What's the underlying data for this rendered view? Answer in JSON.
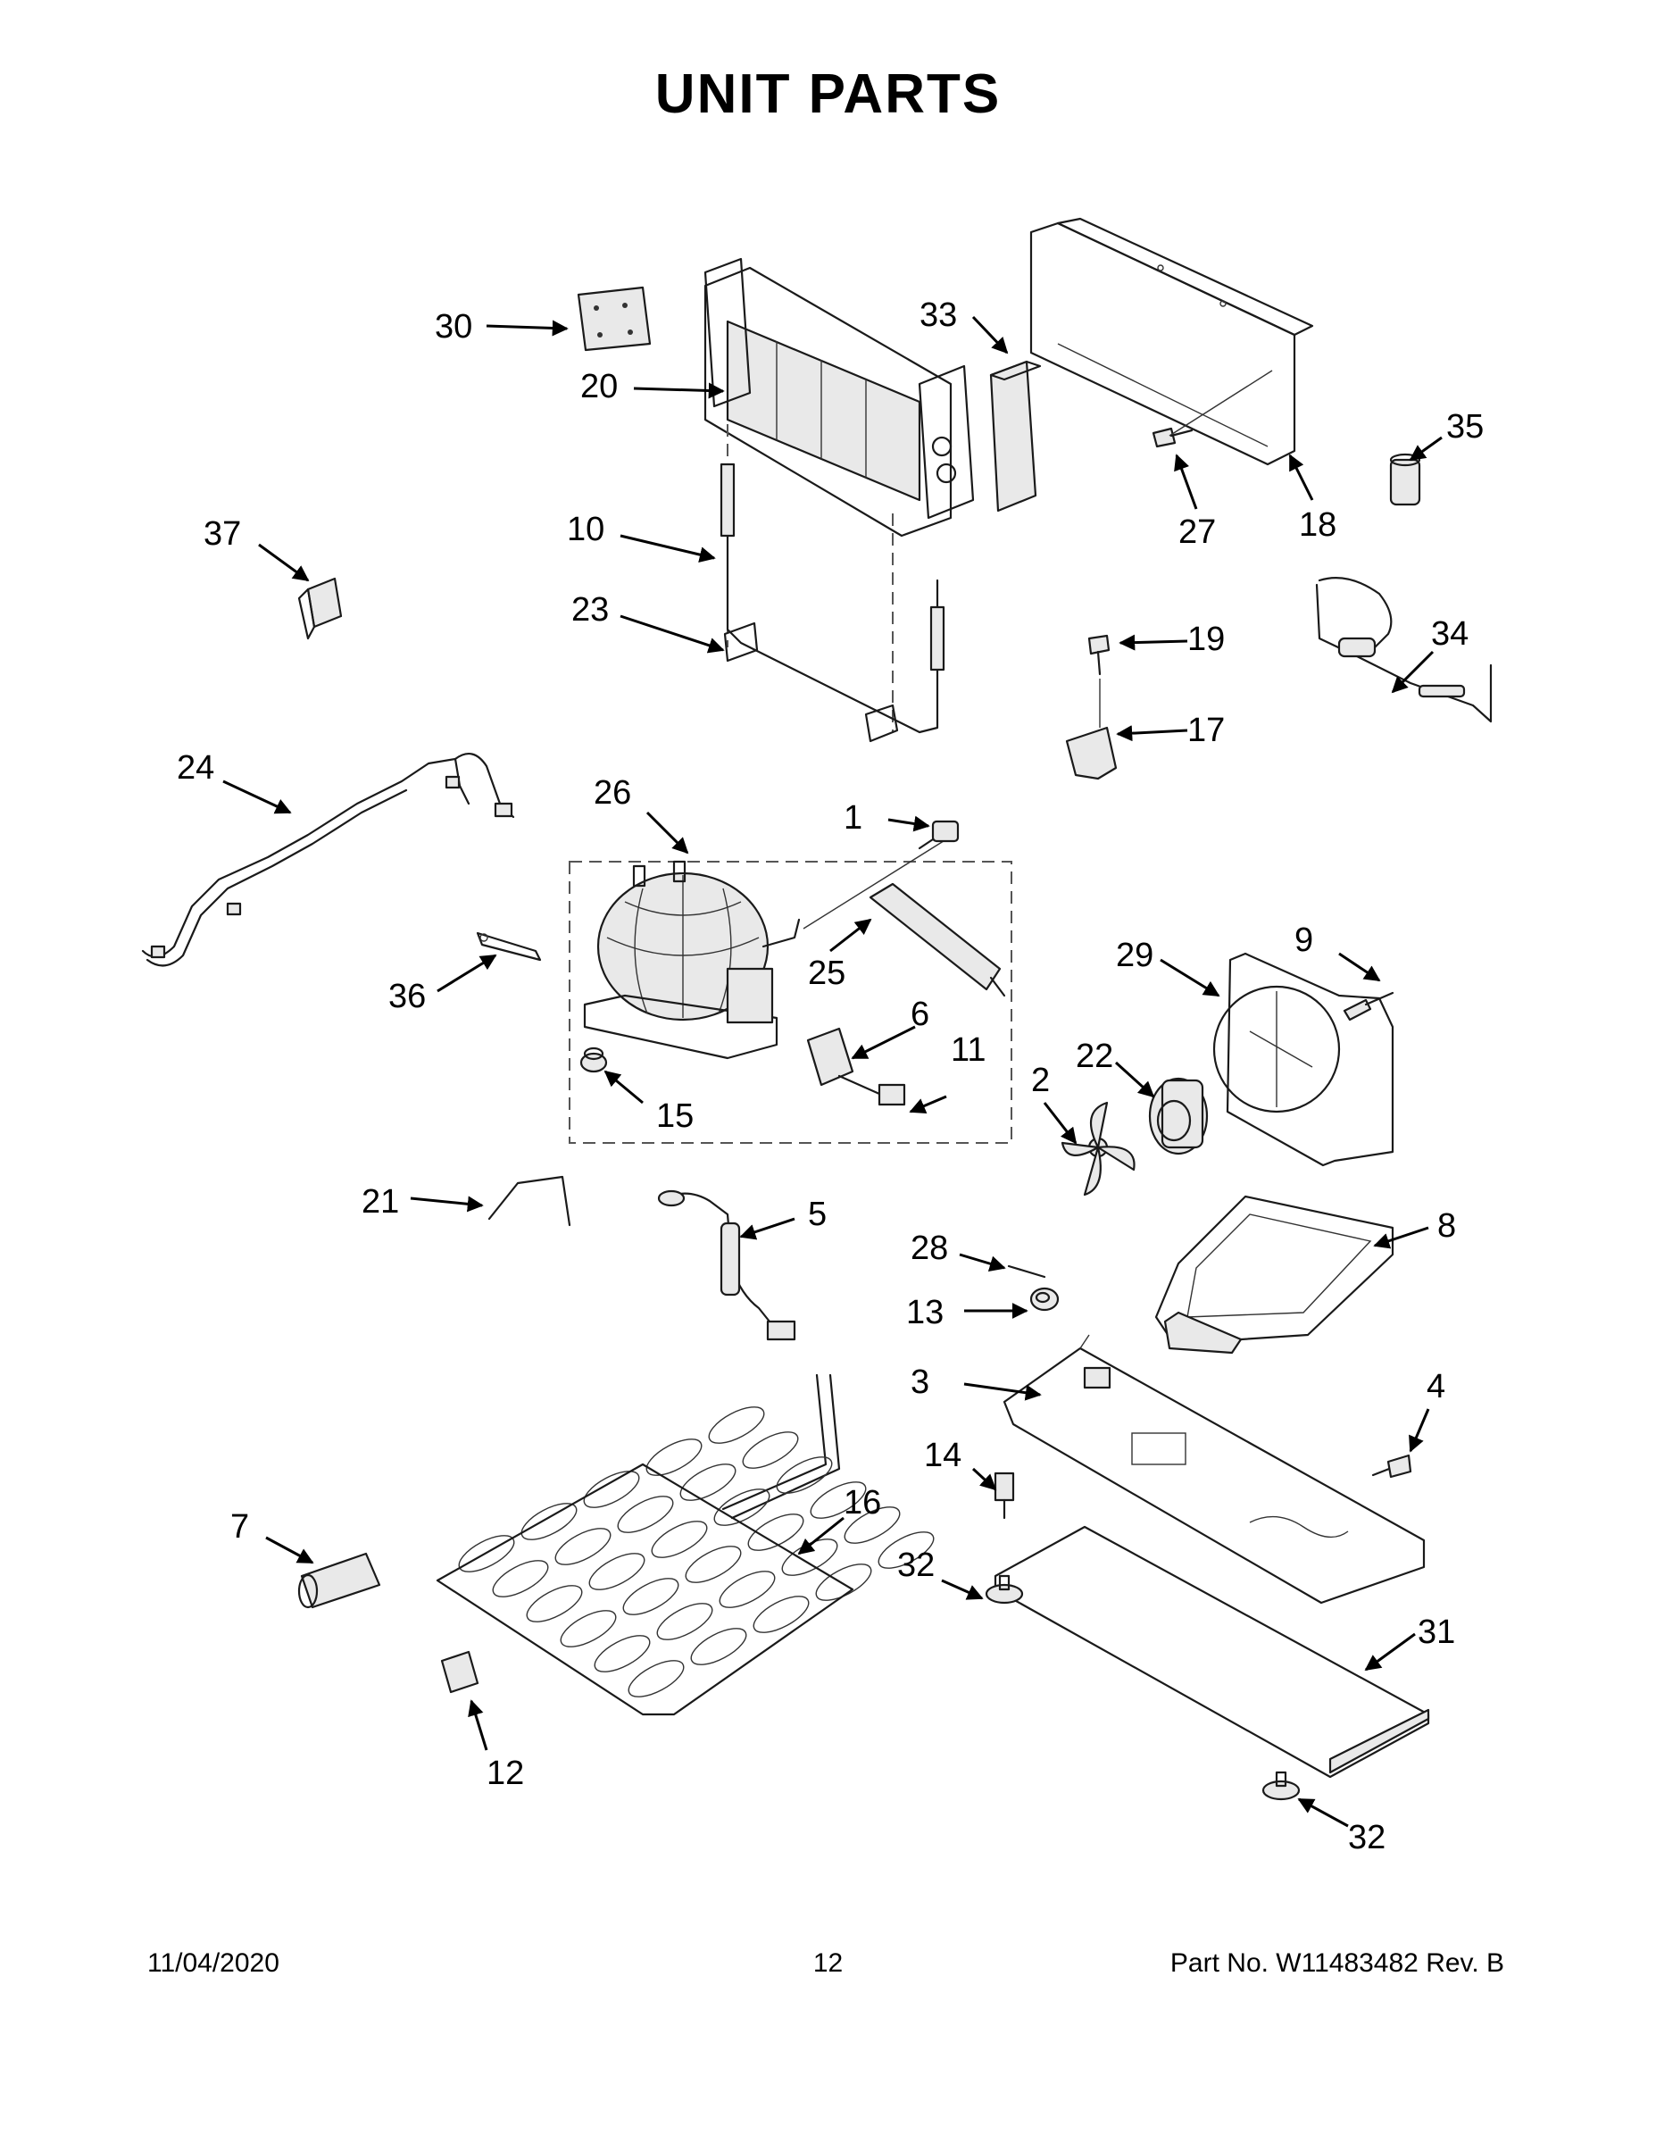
{
  "title": "UNIT PARTS",
  "callouts": [
    "30",
    "20",
    "33",
    "35",
    "27",
    "18",
    "37",
    "10",
    "23",
    "19",
    "34",
    "17",
    "24",
    "26",
    "1",
    "29",
    "9",
    "36",
    "25",
    "6",
    "11",
    "22",
    "2",
    "15",
    "21",
    "5",
    "28",
    "8",
    "13",
    "3",
    "4",
    "14",
    "7",
    "16",
    "32",
    "31",
    "12",
    "32"
  ],
  "footer": {
    "date": "11/04/2020",
    "page": "12",
    "part": "Part No.  W11483482  Rev.  B"
  }
}
